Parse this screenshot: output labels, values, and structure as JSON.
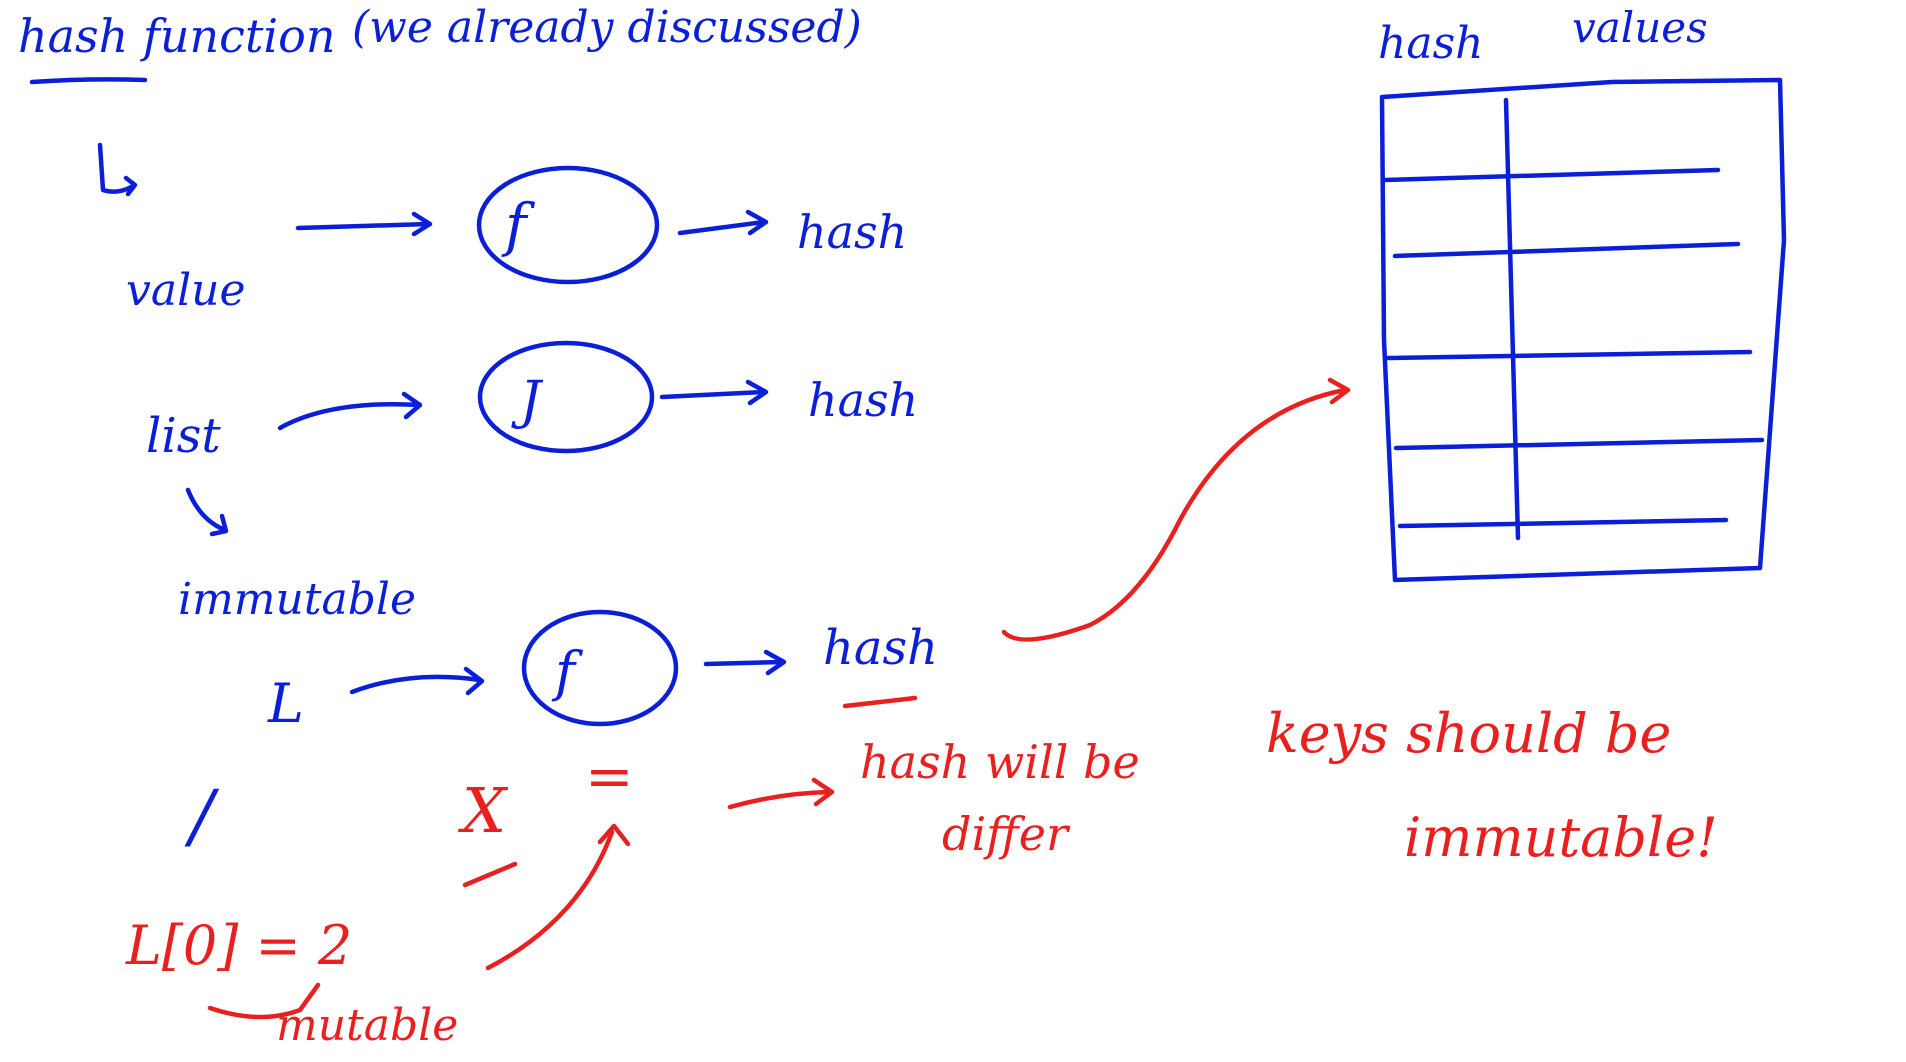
{
  "colors": {
    "blue_ink": "#0a1fd6",
    "red_ink": "#e8201f",
    "background": "#ffffff"
  },
  "heading": {
    "left": "hash function",
    "paren": "(we already discussed)"
  },
  "table": {
    "header_hash": "hash",
    "header_values": "values",
    "rows": 5
  },
  "labels": {
    "value": "value",
    "f1": "f",
    "hash1": "hash",
    "list": "list",
    "f2": "J",
    "hash2": "hash",
    "immutable": "immutable",
    "L": "L",
    "f3": "f",
    "hash3": "hash",
    "slash": "/",
    "cross": "X",
    "equals": "=",
    "assignment": "L[0] = 2",
    "mutable": "mutable",
    "hash_will_differ_line1": "hash will be",
    "hash_will_differ_line2": "differ",
    "keys_line1": "keys should be",
    "keys_line2": "immutable!"
  }
}
